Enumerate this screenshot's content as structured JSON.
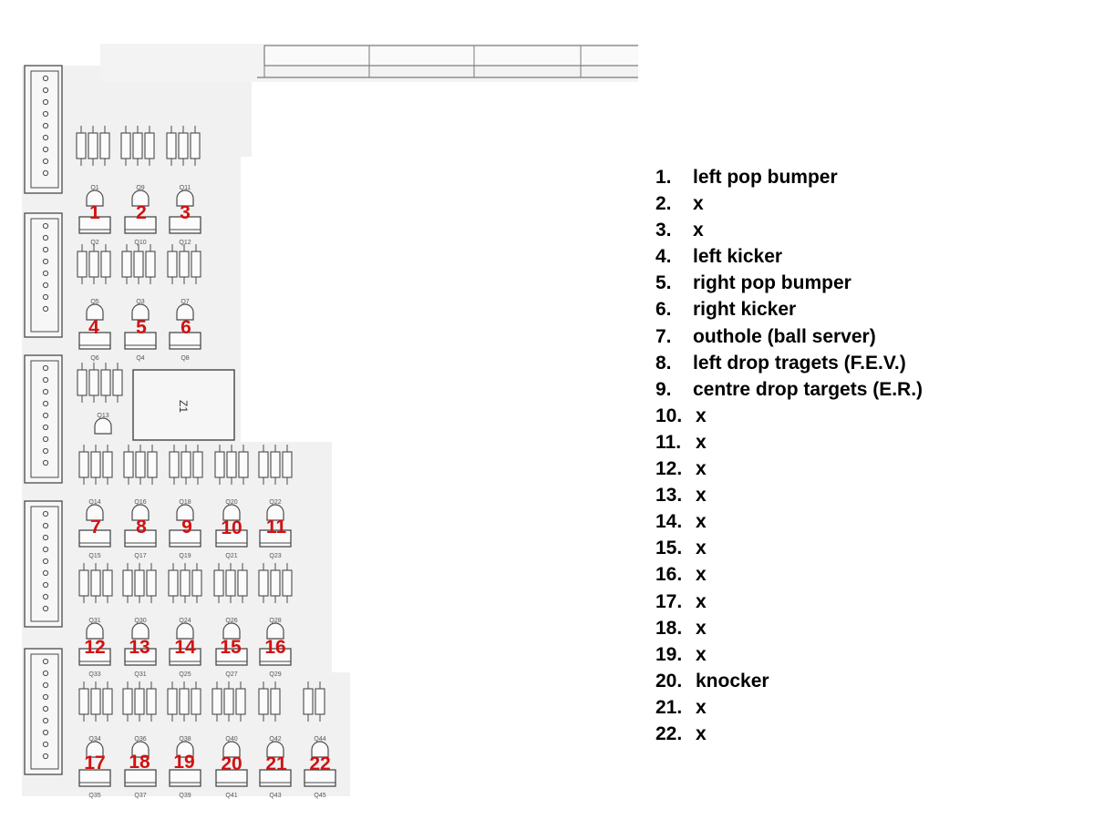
{
  "board": {
    "circuit_labels": [
      "1",
      "2",
      "3",
      "4",
      "5",
      "6",
      "7",
      "8",
      "9",
      "10",
      "11",
      "12",
      "13",
      "14",
      "15",
      "16",
      "17",
      "18",
      "19",
      "20",
      "21",
      "22"
    ],
    "transistor_labels": [
      "Q1",
      "Q2",
      "Q9",
      "Q10",
      "Q11",
      "Q12",
      "Q5",
      "Q6",
      "Q3",
      "Q4",
      "Q7",
      "Q8",
      "Q13",
      "Q14",
      "Q15",
      "Q16",
      "Q17",
      "Q18",
      "Q19",
      "Q20",
      "Q21",
      "Q22",
      "Q23",
      "Q31",
      "Q33",
      "Q30",
      "Q31",
      "Q24",
      "Q25",
      "Q26",
      "Q27",
      "Q28",
      "Q29",
      "Q34",
      "Q35",
      "Q36",
      "Q37",
      "Q38",
      "Q39",
      "Q40",
      "Q41",
      "Q42",
      "Q43",
      "Q44",
      "Q45"
    ],
    "ic_label": "Z1",
    "circuit_label_color": "#d11111"
  },
  "legend": [
    {
      "num": "1.",
      "text": "left pop bumper"
    },
    {
      "num": "2.",
      "text": "x"
    },
    {
      "num": "3.",
      "text": "x"
    },
    {
      "num": "4.",
      "text": "left kicker"
    },
    {
      "num": "5.",
      "text": "right pop bumper"
    },
    {
      "num": "6.",
      "text": "right kicker"
    },
    {
      "num": "7.",
      "text": "outhole (ball server)"
    },
    {
      "num": "8.",
      "text": "left drop tragets (F.E.V.)"
    },
    {
      "num": "9.",
      "text": "centre drop targets (E.R.)"
    },
    {
      "num": "10.",
      "text": "x"
    },
    {
      "num": "11.",
      "text": "x"
    },
    {
      "num": "12.",
      "text": "x"
    },
    {
      "num": "13.",
      "text": "x"
    },
    {
      "num": "14.",
      "text": "x"
    },
    {
      "num": "15.",
      "text": "x"
    },
    {
      "num": "16.",
      "text": "x"
    },
    {
      "num": "17.",
      "text": "x"
    },
    {
      "num": "18.",
      "text": "x"
    },
    {
      "num": "19.",
      "text": "x"
    },
    {
      "num": "20.",
      "text": "knocker"
    },
    {
      "num": "21.",
      "text": "x"
    },
    {
      "num": "22.",
      "text": "x"
    }
  ]
}
